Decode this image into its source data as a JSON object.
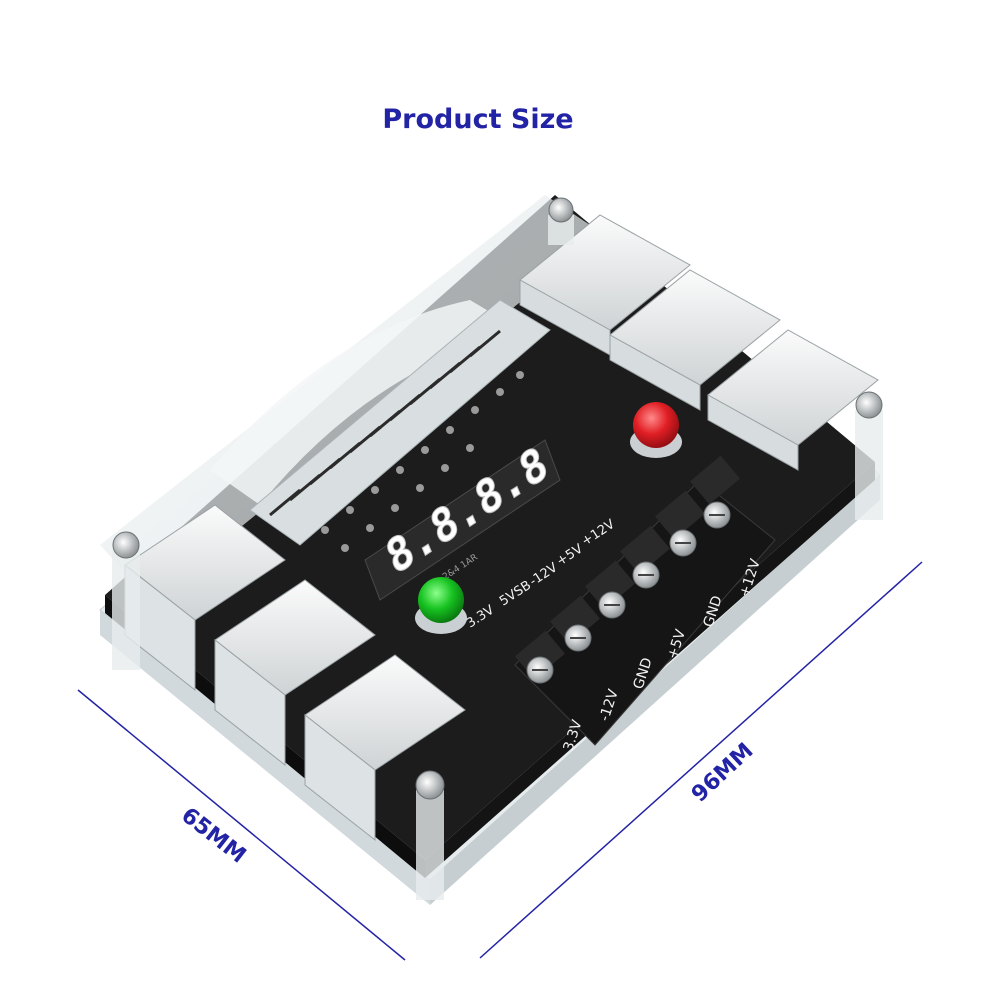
{
  "title": "Product Size",
  "dimensions": {
    "width": "65MM",
    "length": "96MM"
  },
  "display": {
    "digits": "8.8.8.8",
    "label": "2&4 1AR"
  },
  "pcb_labels": [
    "3.3V",
    "5VSB",
    "-12V",
    "+5V",
    "+12V"
  ],
  "terminal_labels": [
    "3.3V",
    "-12V",
    "GND",
    "+5V",
    "GND",
    "+12V"
  ],
  "colors": {
    "title": "#2323a6",
    "board": "#1c1c1c",
    "acrylic": "#eaf0f2",
    "red_button": "#e01f25",
    "green_button": "#17c321"
  }
}
